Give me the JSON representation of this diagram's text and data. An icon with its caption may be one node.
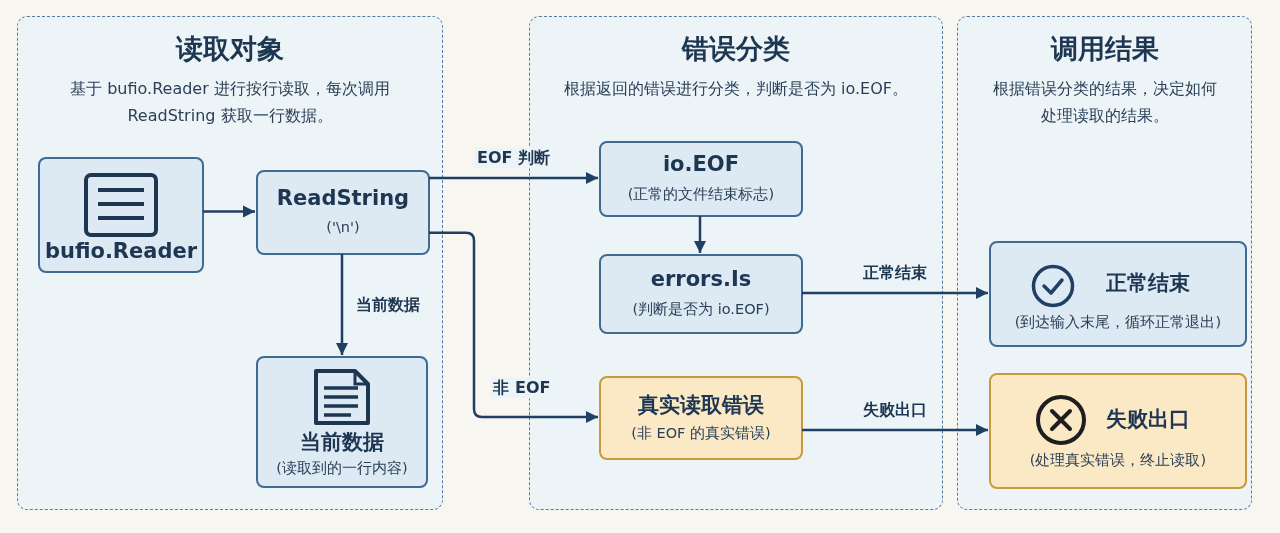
{
  "diagram": {
    "nodes": [
      {
        "text": [
          "读取对象",
          "基于 bufio.Reader 进行按行读取，每次调用 ReadString 获取一行数据。"
        ]
      },
      {
        "text": [
          "bufio.Reader"
        ],
        "in": 0
      },
      {
        "text": [
          "ReadString",
          "('\\n')"
        ],
        "in": 0
      },
      {
        "text": [
          "当前数据",
          "(读取到的一行内容)"
        ],
        "in": 0
      },
      {
        "text": [
          "错误分类",
          "根据返回的错误进行分类，判断是否为 io.EOF。"
        ]
      },
      {
        "text": [
          "io.EOF",
          "(正常的文件结束标志)"
        ],
        "in": 4
      },
      {
        "text": [
          "errors.Is",
          "(判断是否为 io.EOF)"
        ],
        "in": 4
      },
      {
        "text": [
          "真实读取错误",
          "(非 EOF 的真实错误)"
        ],
        "in": 4
      },
      {
        "text": [
          "调用结果",
          "根据错误分类的结果，决定如何处理读取的结果。"
        ]
      },
      {
        "text": [
          "正常结束",
          "(到达输入末尾，循环正常退出)"
        ],
        "in": 8
      },
      {
        "text": [
          "失败出口",
          "(处理真实错误，终止读取)"
        ],
        "in": 8
      }
    ],
    "edges": [
      {
        "from": 1,
        "to": 2,
        "arrow": "to"
      },
      {
        "from": 2,
        "to": 3,
        "arrow": "to",
        "label": "当前数据"
      },
      {
        "from": 2,
        "to": 5,
        "arrow": "to",
        "label": "EOF 判断"
      },
      {
        "from": 5,
        "to": 6,
        "arrow": "to"
      },
      {
        "from": 6,
        "to": 9,
        "arrow": "to",
        "label": "正常结束"
      },
      {
        "from": 2,
        "to": 7,
        "arrow": "to",
        "label": "非 EOF"
      },
      {
        "from": 7,
        "to": 10,
        "arrow": "to",
        "label": "失败出口"
      }
    ]
  }
}
